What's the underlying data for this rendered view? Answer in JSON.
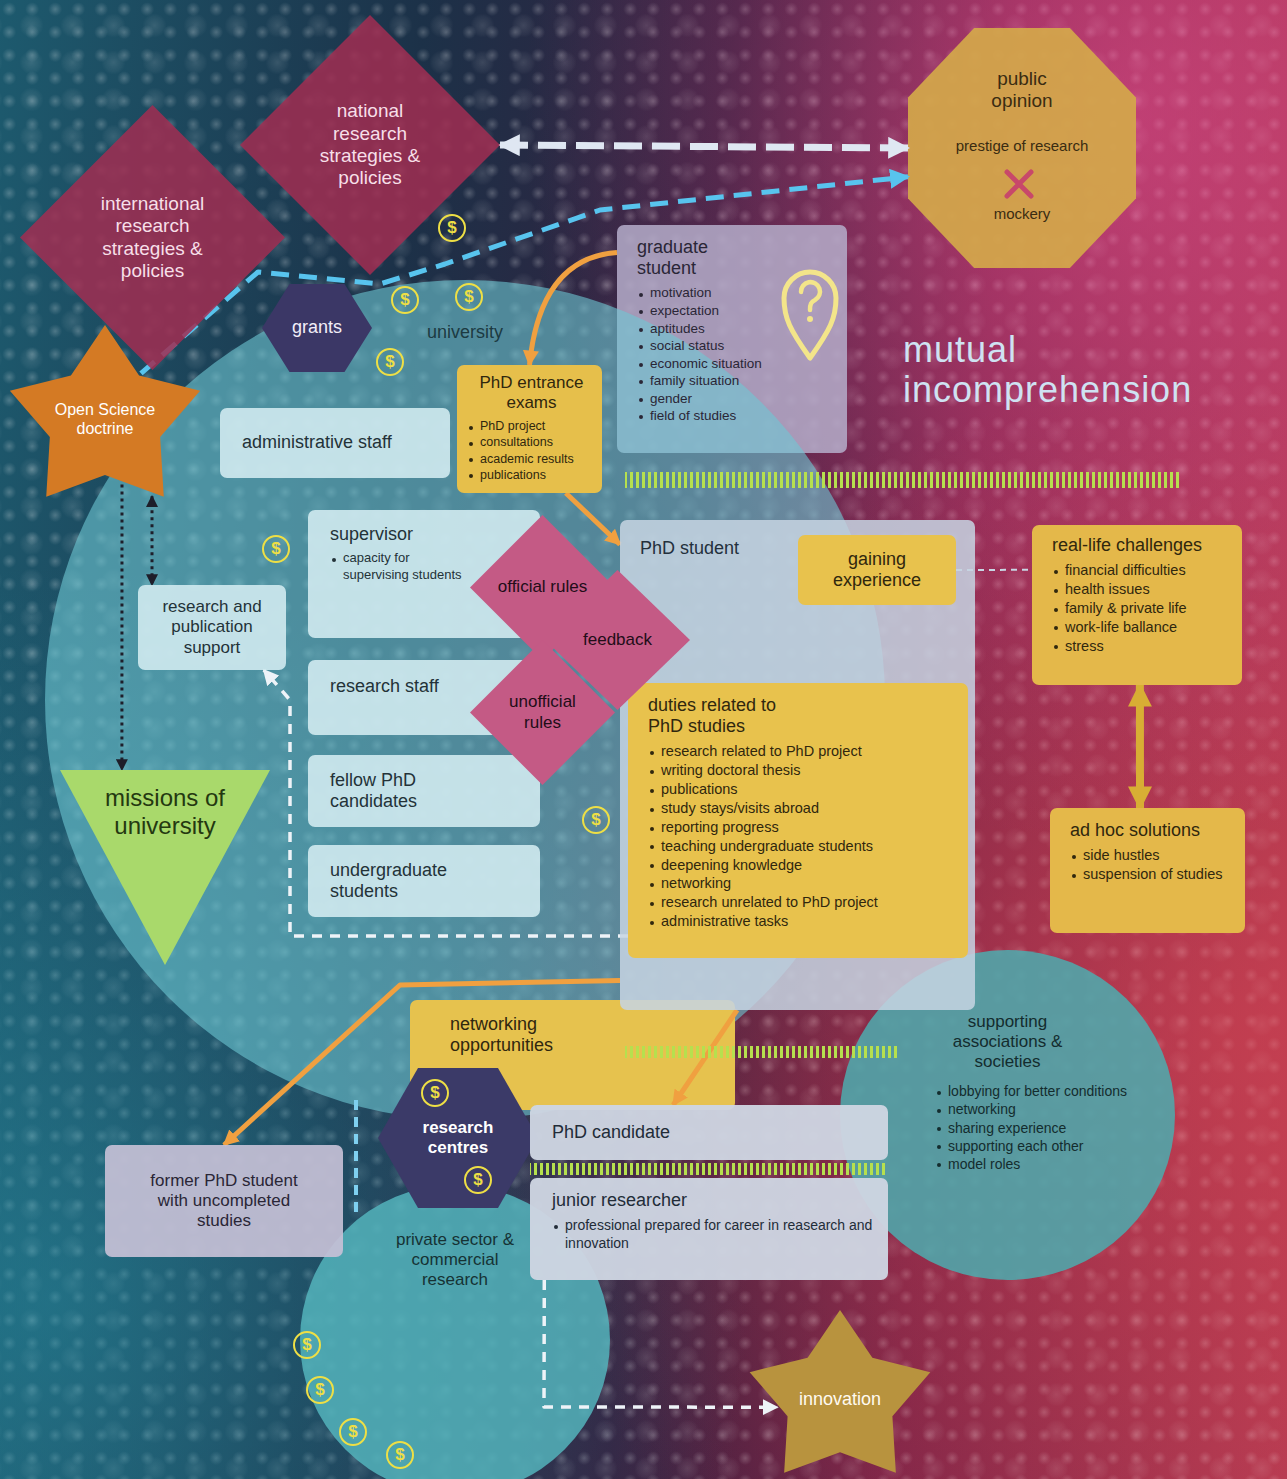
{
  "diagram": {
    "nodes": [
      {
        "text": [
          "international research strategies & policies"
        ]
      },
      {
        "text": [
          "national research strategies & policies"
        ]
      },
      {
        "text": [
          "public opinion",
          "prestige of research",
          "mockery"
        ]
      },
      {
        "text": [
          "grants"
        ]
      },
      {
        "text": [
          "graduate student",
          "motivation",
          "expectation",
          "aptitudes",
          "social status",
          "economic situation",
          "family situation",
          "gender",
          "field of studies"
        ]
      },
      {
        "text": [
          "university"
        ]
      },
      {
        "text": [
          "Open Science doctrine"
        ]
      },
      {
        "text": [
          "PhD entrance exams",
          "PhD project",
          "consultations",
          "academic results",
          "publications"
        ],
        "in": 5
      },
      {
        "text": [
          "administrative staff"
        ],
        "in": 5
      },
      {
        "text": [
          "supervisor",
          "capacity for supervising students"
        ],
        "in": 5
      },
      {
        "text": [
          "research and publication support"
        ],
        "in": 5
      },
      {
        "text": [
          "official rules"
        ],
        "in": 5
      },
      {
        "text": [
          "feedback"
        ],
        "in": 5
      },
      {
        "text": [
          "unofficial rules"
        ],
        "in": 5
      },
      {
        "text": [
          "research staff"
        ],
        "in": 5
      },
      {
        "text": [
          "fellow PhD candidates"
        ],
        "in": 5
      },
      {
        "text": [
          "undergraduate students"
        ],
        "in": 5
      },
      {
        "text": [
          "missions of university"
        ],
        "in": 5
      },
      {
        "text": [
          "PhD student"
        ],
        "in": 5
      },
      {
        "text": [
          "gaining experience"
        ],
        "in": 18
      },
      {
        "text": [
          "duties related to PhD studies",
          "research related to PhD project",
          "writing doctoral thesis",
          "publications",
          "study stays/visits abroad",
          "reporting progress",
          "teaching undergraduate students",
          "deepening knowledge",
          "networking",
          "research unrelated to PhD project",
          "administrative tasks"
        ],
        "in": 18
      },
      {
        "text": [
          "real-life challenges",
          "financial difficulties",
          "health issues",
          "family & private life",
          "work-life ballance",
          "stress"
        ]
      },
      {
        "text": [
          "ad hoc solutions",
          "side hustles",
          "suspension of studies"
        ]
      },
      {
        "text": [
          "supporting associations & societies",
          "lobbying for better conditions",
          "networking",
          "sharing experience",
          "supporting each other",
          "model roles"
        ]
      },
      {
        "text": [
          "networking opportunities"
        ]
      },
      {
        "text": [
          "research centres"
        ]
      },
      {
        "text": [
          "PhD candidate"
        ]
      },
      {
        "text": [
          "junior researcher",
          "professional prepared for career in reasearch and innovation"
        ]
      },
      {
        "text": [
          "former PhD student with uncompleted studies"
        ]
      },
      {
        "text": [
          "private sector & commercial research"
        ]
      },
      {
        "text": [
          "innovation"
        ]
      }
    ],
    "edges": [
      {
        "from": 1,
        "to": 2,
        "arrow": "both"
      },
      {
        "from": 6,
        "to": 2,
        "arrow": "to"
      },
      {
        "from": 4,
        "to": 7,
        "arrow": "to"
      },
      {
        "from": 7,
        "to": 18,
        "arrow": "to"
      },
      {
        "from": 6,
        "to": 10,
        "arrow": "both"
      },
      {
        "from": 6,
        "to": 17,
        "arrow": "to"
      },
      {
        "from": 19,
        "to": 21,
        "arrow": "none"
      },
      {
        "from": 21,
        "to": 22,
        "arrow": "both"
      },
      {
        "from": 18,
        "to": 28,
        "arrow": "to"
      },
      {
        "from": 18,
        "to": 26,
        "arrow": "to"
      },
      {
        "from": 20,
        "to": 10,
        "arrow": "to"
      },
      {
        "from": 27,
        "to": 30,
        "arrow": "to"
      }
    ],
    "labels": [
      "$",
      "$",
      "$",
      "$",
      "mutual incomprehension",
      "$",
      "$",
      "$",
      "$",
      "$",
      "$",
      "$",
      "$"
    ]
  }
}
